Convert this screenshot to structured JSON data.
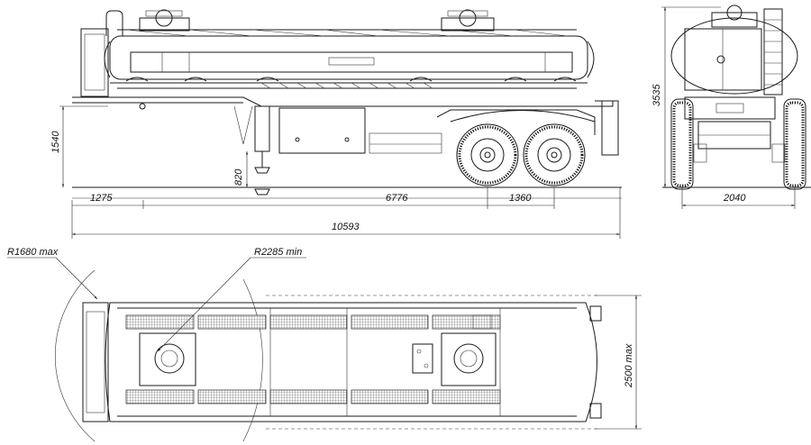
{
  "dimensions": {
    "overall_length": "10593",
    "front_overhang": "1275",
    "wheelbase": "6776",
    "axle_spacing": "1360",
    "height": "3535",
    "platform_height": "1540",
    "kingpin_height": "820",
    "track_width": "2040",
    "width_max": "2500 max",
    "front_radius": "R1680 max",
    "turning_radius": "R2285 min"
  }
}
